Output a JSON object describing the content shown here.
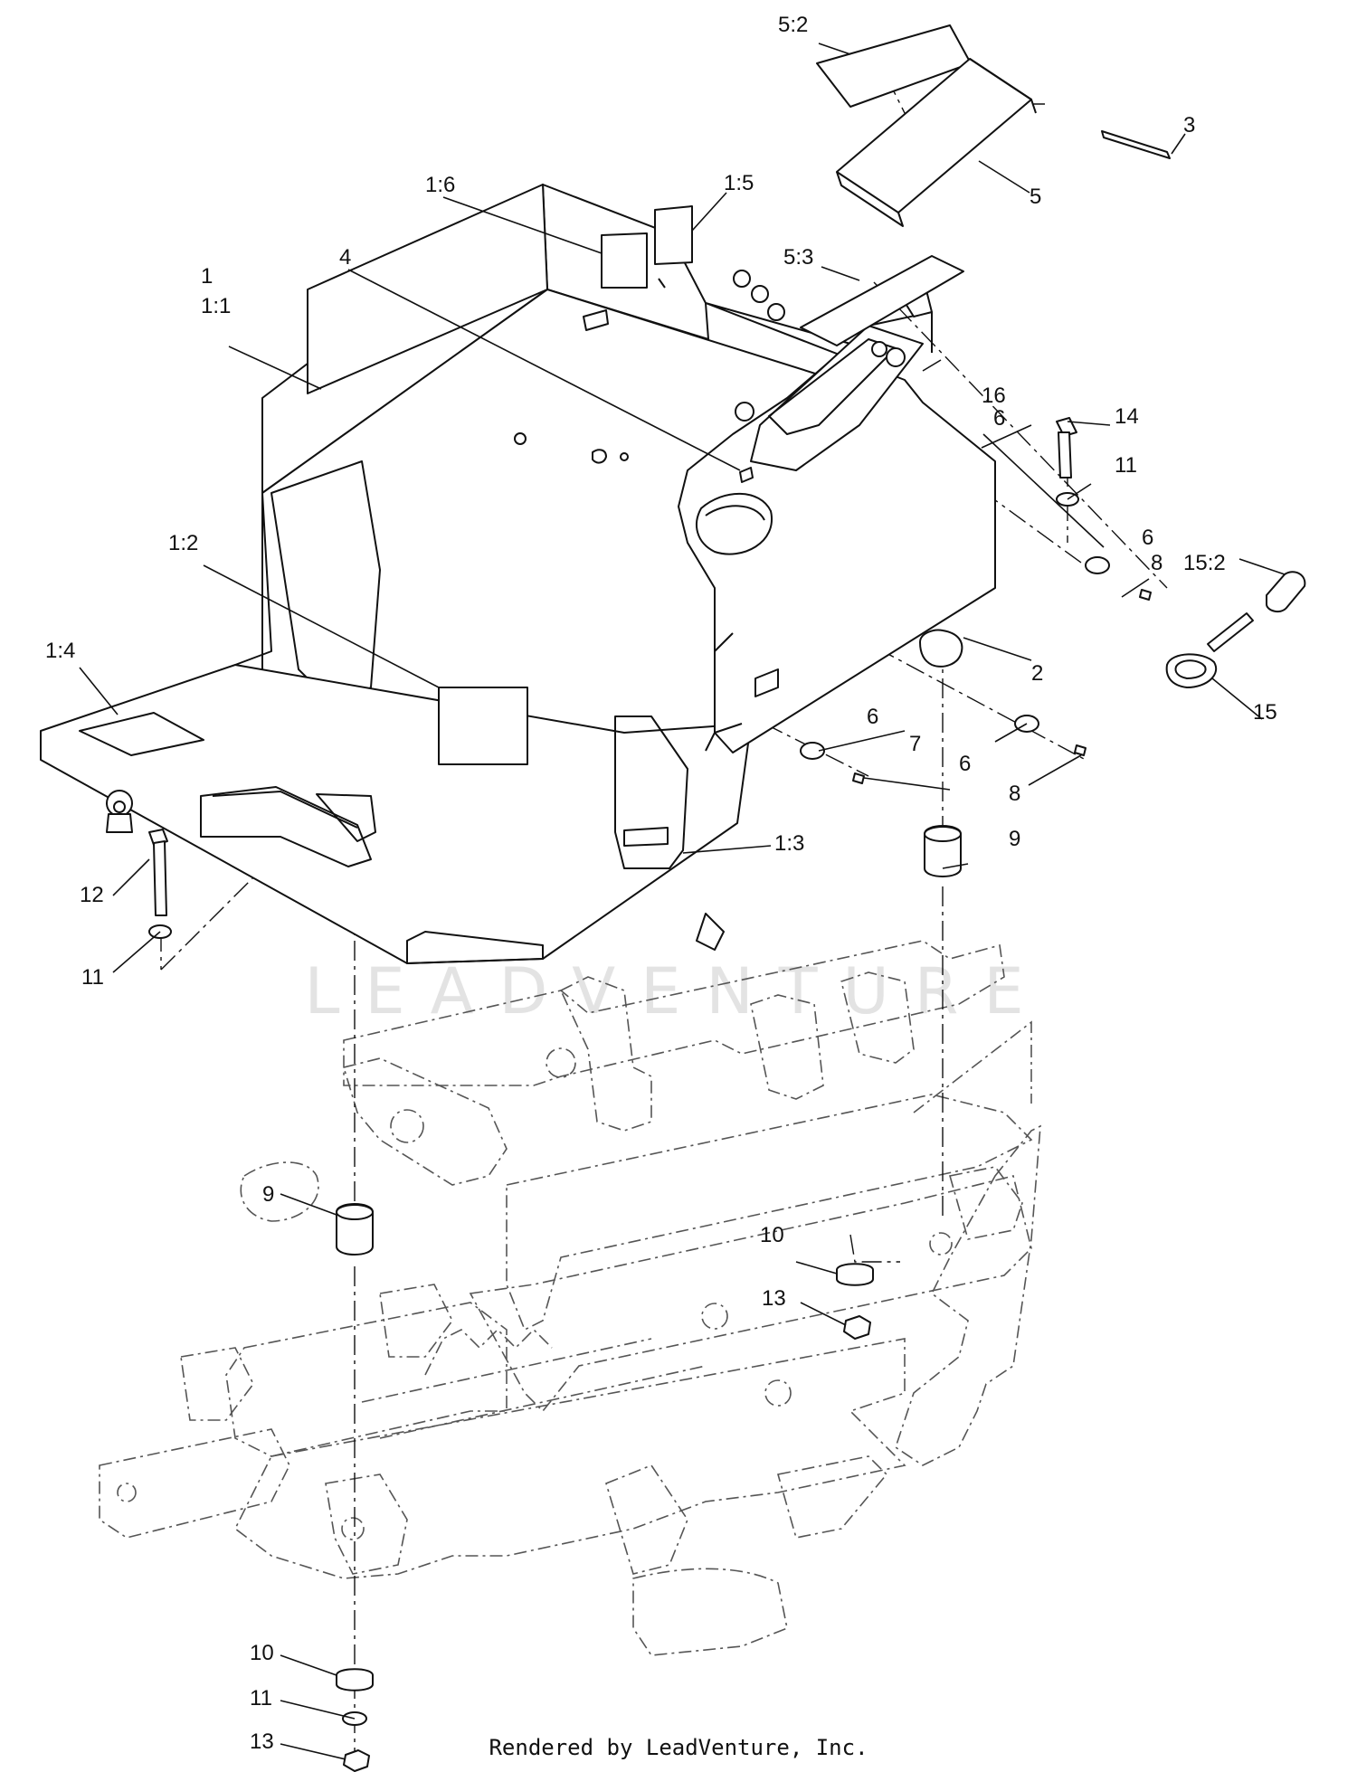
{
  "diagram": {
    "callouts": [
      "1",
      "1:1",
      "1:2",
      "1:3",
      "1:4",
      "1:5",
      "1:6",
      "2",
      "3",
      "4",
      "5",
      "5:2",
      "5:3",
      "6",
      "7",
      "8",
      "9",
      "10",
      "11",
      "12",
      "13",
      "14",
      "15",
      "15:2",
      "16"
    ],
    "watermark": "LEADVENTURE",
    "footer": "Rendered by LeadVenture, Inc."
  }
}
